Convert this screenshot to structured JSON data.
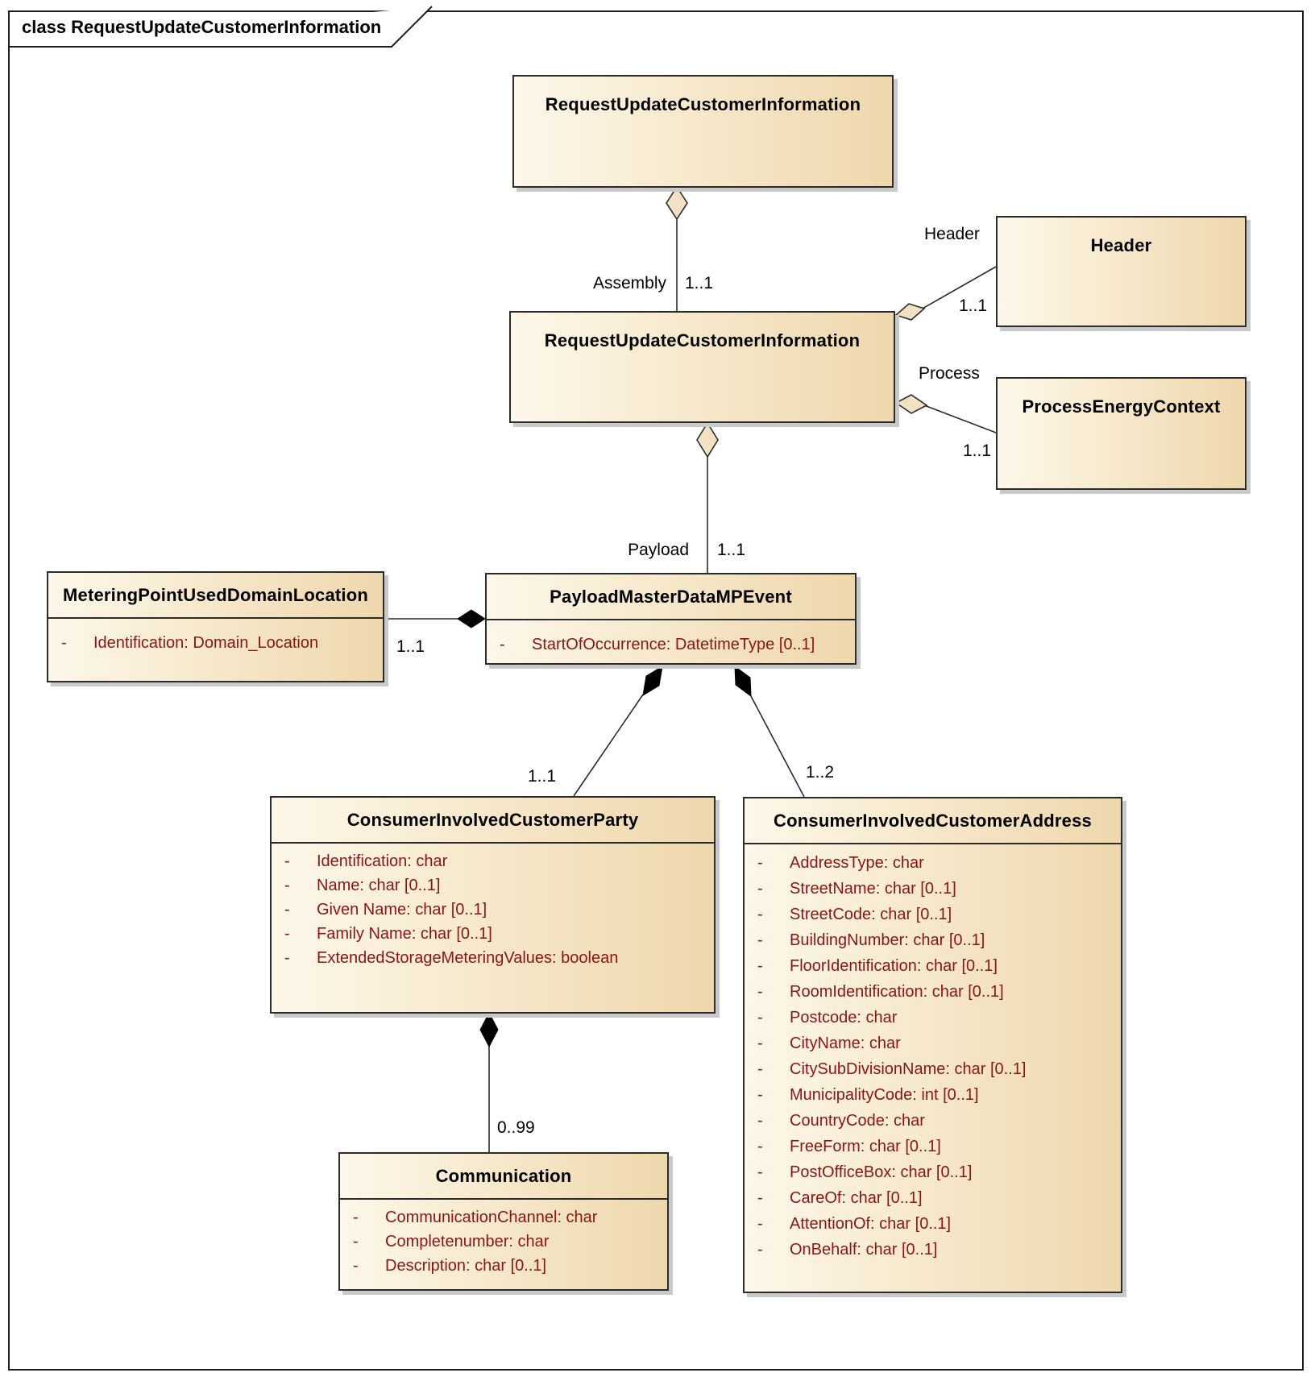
{
  "ui": {
    "visibility_marker": "-"
  },
  "frame": {
    "title": "class RequestUpdateCustomerInformation"
  },
  "colors": {
    "box_fill_light": "#fdf7ea",
    "box_fill_dark": "#eed7ac",
    "attribute_text": "#8b1414",
    "line": "#2b2b2b",
    "shadow": "#c9c9c9",
    "diamond_open_fill": "#f2e2c3",
    "diamond_filled": "#000000"
  },
  "classes": {
    "root": {
      "name": "RequestUpdateCustomerInformation"
    },
    "assembly": {
      "name": "RequestUpdateCustomerInformation"
    },
    "header": {
      "name": "Header"
    },
    "process": {
      "name": "ProcessEnergyContext"
    },
    "metering": {
      "name": "MeteringPointUsedDomainLocation",
      "attributes": [
        "Identification: Domain_Location"
      ]
    },
    "payload": {
      "name": "PayloadMasterDataMPEvent",
      "attributes": [
        "StartOfOccurrence: DatetimeType [0..1]"
      ]
    },
    "party": {
      "name": "ConsumerInvolvedCustomerParty",
      "attributes": [
        "Identification: char",
        "Name: char [0..1]",
        "Given Name: char [0..1]",
        "Family Name: char [0..1]",
        "ExtendedStorageMeteringValues: boolean"
      ]
    },
    "address": {
      "name": "ConsumerInvolvedCustomerAddress",
      "attributes": [
        "AddressType: char",
        "StreetName: char [0..1]",
        "StreetCode: char [0..1]",
        "BuildingNumber: char [0..1]",
        "FloorIdentification: char [0..1]",
        "RoomIdentification: char [0..1]",
        "Postcode: char",
        "CityName: char",
        "CitySubDivisionName: char [0..1]",
        "MunicipalityCode: int [0..1]",
        "CountryCode: char",
        "FreeForm: char [0..1]",
        "PostOfficeBox: char [0..1]",
        "CareOf: char [0..1]",
        "AttentionOf: char [0..1]",
        "OnBehalf: char [0..1]"
      ]
    },
    "communication": {
      "name": "Communication",
      "attributes": [
        "CommunicationChannel: char",
        "Completenumber: char",
        "Description: char [0..1]"
      ]
    }
  },
  "connectors": {
    "assembly": {
      "role": "Assembly",
      "mult": "1..1"
    },
    "payload": {
      "role": "Payload",
      "mult": "1..1"
    },
    "header": {
      "role": "Header",
      "mult": "1..1"
    },
    "process": {
      "role": "Process",
      "mult": "1..1"
    },
    "metering": {
      "mult": "1..1"
    },
    "party": {
      "mult": "1..1"
    },
    "address": {
      "mult": "1..2"
    },
    "communication": {
      "mult": "0..99"
    }
  }
}
